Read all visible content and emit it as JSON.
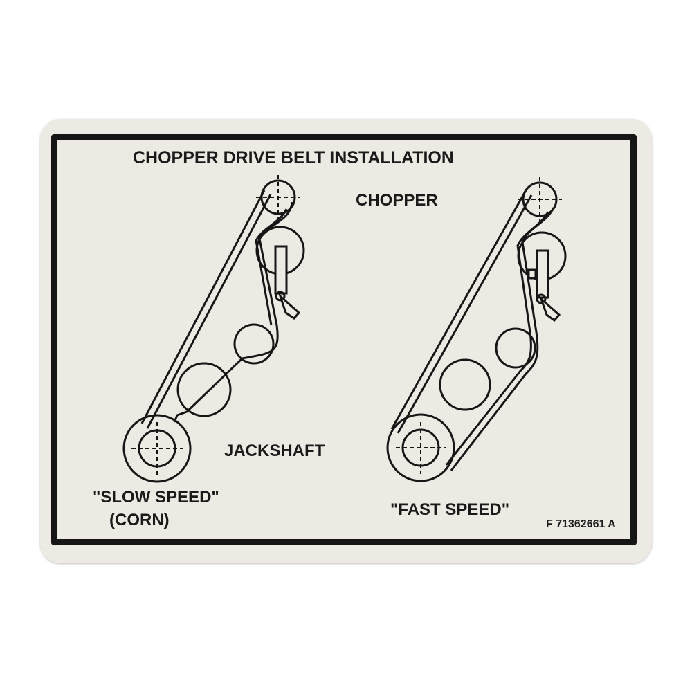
{
  "decal": {
    "title": "CHOPPER DRIVE BELT INSTALLATION",
    "chopper_label": "CHOPPER",
    "jackshaft_label": "JACKSHAFT",
    "slow_speed_label": "\"SLOW SPEED\"",
    "slow_speed_sub": "(CORN)",
    "fast_speed_label": "\"FAST SPEED\"",
    "part_number": "F 71362661 A"
  },
  "colors": {
    "decal_background": "#ede9e3",
    "ink": "#161616"
  }
}
